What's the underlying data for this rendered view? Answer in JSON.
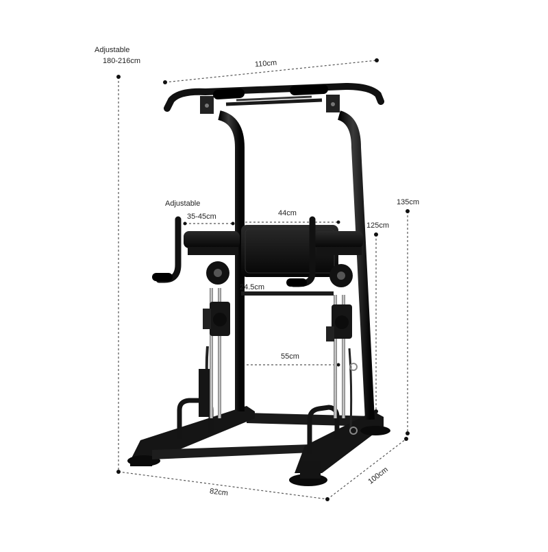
{
  "dimensions": {
    "height_label": "Adjustable",
    "height_value": "180-216cm",
    "top_width": "110cm",
    "tower_height": "135cm",
    "seat_height": "125cm",
    "handle_label": "Adjustable",
    "handle_span": "35-45cm",
    "backrest_width": "44cm",
    "tube_gap": "24.5cm",
    "inner_width": "55cm",
    "base_width": "82cm",
    "base_depth": "100cm"
  },
  "colors": {
    "frame": "#141414",
    "pad": "#0c0c0c",
    "steel": "#9a9a9a",
    "guide": "#555555",
    "background": "#ffffff"
  }
}
